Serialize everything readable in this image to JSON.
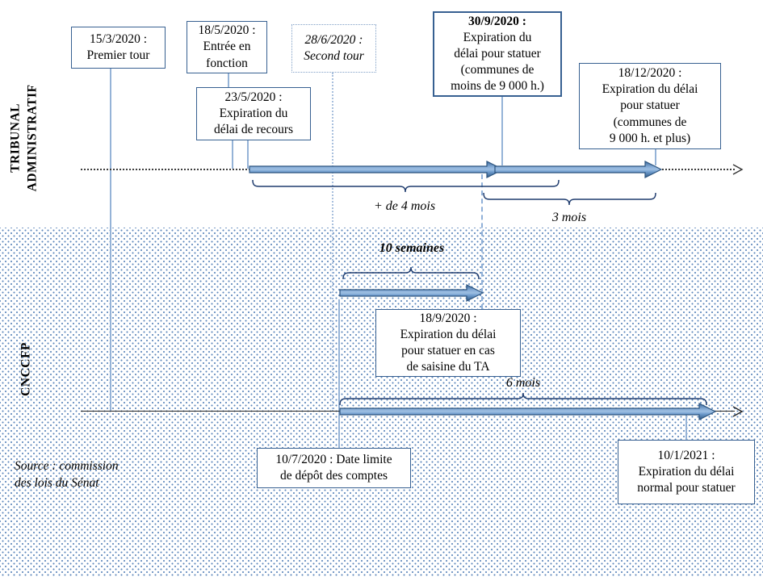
{
  "sections": {
    "top_label_line1": "TRIBUNAL",
    "top_label_line2": "ADMINISTRATIF",
    "bottom_label": "CNCCFP"
  },
  "boxes": {
    "premier_tour": {
      "lines": [
        "15/3/2020 :",
        "Premier tour"
      ]
    },
    "entree_fonction": {
      "lines": [
        "18/5/2020 :",
        "Entrée en",
        "fonction"
      ]
    },
    "second_tour": {
      "lines": [
        "28/6/2020 :",
        "Second tour"
      ]
    },
    "delai_recours": {
      "lines": [
        "23/5/2020 :",
        "Expiration du",
        "délai de recours"
      ]
    },
    "statuer_moins_9000": {
      "date": "30/9/2020 :",
      "lines": [
        "Expiration du",
        "délai pour statuer",
        "(communes de",
        "moins de 9 000 h.)"
      ]
    },
    "statuer_9000_plus": {
      "lines": [
        "18/12/2020 :",
        "Expiration du délai",
        "pour statuer",
        "(communes de",
        "9 000 h. et plus)"
      ]
    },
    "saisine_ta": {
      "lines": [
        "18/9/2020 :",
        "Expiration du délai",
        "pour statuer en cas",
        "de saisine du TA"
      ]
    },
    "depot_comptes": {
      "lines": [
        "10/7/2020 : Date limite",
        "de dépôt des comptes"
      ]
    },
    "delai_normal": {
      "lines": [
        "10/1/2021 :",
        "Expiration du délai",
        "normal pour statuer"
      ]
    }
  },
  "durations": {
    "quatre_mois": "+ de 4 mois",
    "trois_mois": "3 mois",
    "dix_semaines": "10 semaines",
    "six_mois": "6 mois"
  },
  "source": {
    "line1": "Source : commission",
    "line2": "des lois  du Sénat"
  },
  "colors": {
    "box_border": "#376091",
    "connector": "#95B3D7",
    "arrow_fill": "#4F81BD",
    "arrow_border": "#2E5781",
    "brace": "#1F3C6E",
    "axis": "#333333",
    "dots": "#5D87BB"
  }
}
